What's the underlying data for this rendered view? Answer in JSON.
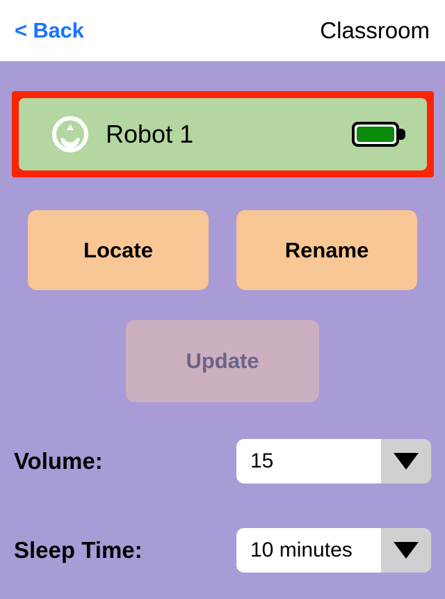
{
  "header": {
    "back_label": "< Back",
    "title": "Classroom",
    "back_color": "#1A74FF"
  },
  "robot_card": {
    "name": "Robot 1",
    "icon": "robot-circle-icon",
    "battery_icon": "battery-full-icon",
    "battery_level_percent": 100,
    "selected": true,
    "highlight_color": "#FB2404",
    "card_color": "#B4D6A0",
    "battery_fill_color": "#0B8A0B"
  },
  "actions": {
    "locate_label": "Locate",
    "rename_label": "Rename",
    "update_label": "Update",
    "button_color": "#F9C795",
    "update_disabled_color": "#CCB0BF",
    "update_disabled_text_color": "#6B6488"
  },
  "settings": [
    {
      "label": "Volume:",
      "value": "15",
      "name": "volume"
    },
    {
      "label": "Sleep Time:",
      "value": "10 minutes",
      "name": "sleep-time"
    }
  ],
  "theme": {
    "background": "#A99BD6",
    "header_background": "#FFFFFF"
  }
}
